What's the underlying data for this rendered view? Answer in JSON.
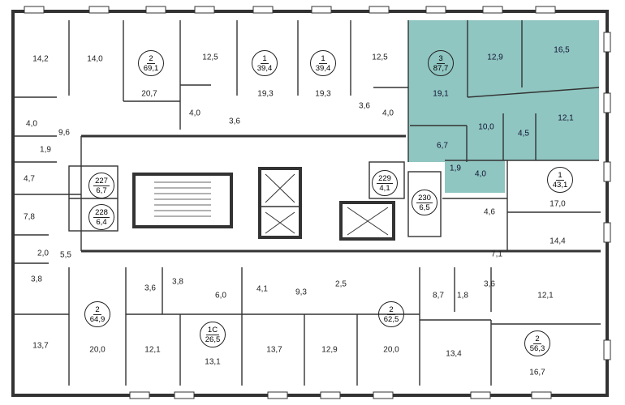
{
  "highlight_color": "#8fc6c1",
  "apartments": [
    {
      "id": "apt-2-69",
      "rooms": "2",
      "area": "69,1"
    },
    {
      "id": "apt-1-39a",
      "rooms": "1",
      "area": "39,4"
    },
    {
      "id": "apt-1-39b",
      "rooms": "1",
      "area": "39,4"
    },
    {
      "id": "apt-3-87",
      "rooms": "3",
      "area": "87,7",
      "highlighted": true
    },
    {
      "id": "apt-1-43",
      "rooms": "1",
      "area": "43,1"
    },
    {
      "id": "apt-2-64",
      "rooms": "2",
      "area": "64,9"
    },
    {
      "id": "apt-1c-26",
      "rooms": "1С",
      "area": "26,5"
    },
    {
      "id": "apt-2-62",
      "rooms": "2",
      "area": "62,5"
    },
    {
      "id": "apt-2-56",
      "rooms": "2",
      "area": "56,3"
    }
  ],
  "storage_units": [
    {
      "num": "227",
      "area": "6,7"
    },
    {
      "num": "228",
      "area": "6,4"
    },
    {
      "num": "229",
      "area": "4,1"
    },
    {
      "num": "230",
      "area": "6,5"
    }
  ],
  "room_areas": [
    "14,2",
    "14,0",
    "20,7",
    "4,0",
    "12,5",
    "19,3",
    "3,6",
    "4,0",
    "19,3",
    "12,5",
    "3,6",
    "4,0",
    "19,1",
    "12,9",
    "16,5",
    "10,0",
    "12,1",
    "6,7",
    "4,5",
    "1,9",
    "4,0",
    "9,6",
    "1,9",
    "4,7",
    "7,8",
    "2,0",
    "5,5",
    "3,8",
    "17,0",
    "4,6",
    "14,4",
    "7,1",
    "3,6",
    "3,8",
    "6,0",
    "4,1",
    "9,3",
    "2,5",
    "8,7",
    "1,8",
    "3,6",
    "12,1",
    "13,7",
    "20,0",
    "12,1",
    "13,1",
    "13,7",
    "12,9",
    "20,0",
    "13,4",
    "16,7"
  ]
}
